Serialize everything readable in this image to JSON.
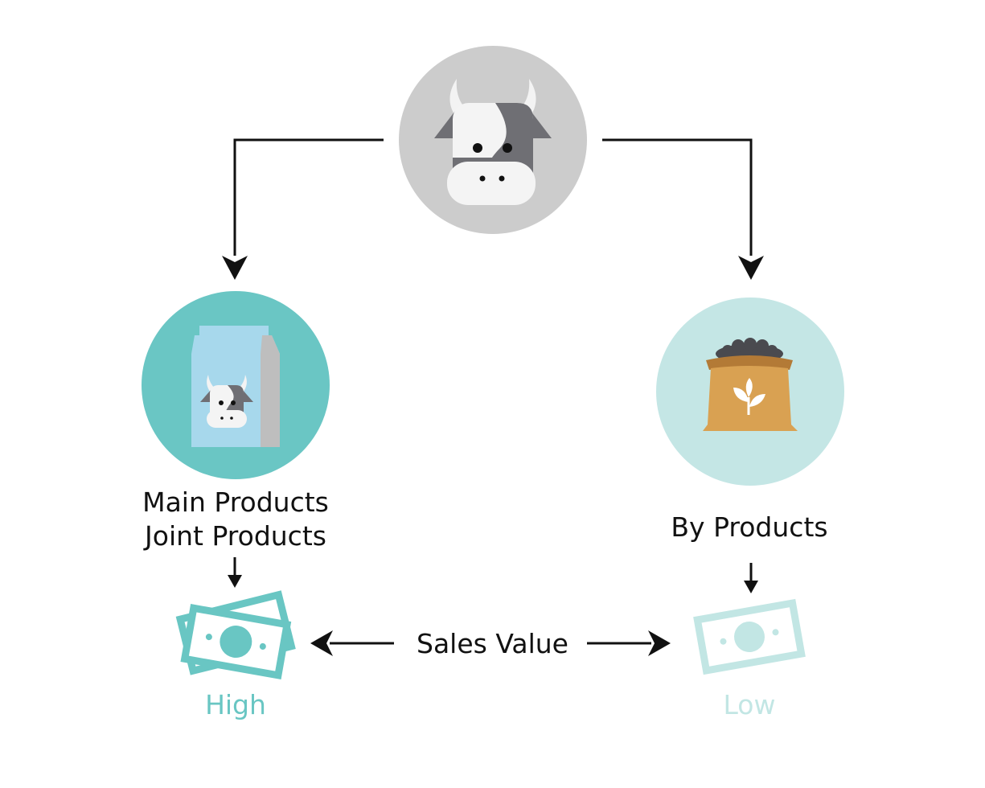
{
  "labels": {
    "main_products": "Main Products",
    "joint_products": "Joint Products",
    "by_products": "By Products",
    "sales_value": "Sales Value",
    "high": "High",
    "low": "Low"
  },
  "icons": {
    "source": "cow-head-icon",
    "main": "milk-carton-icon",
    "by": "fertilizer-sack-icon",
    "high_value": "banknotes-icon",
    "low_value": "banknote-icon"
  },
  "colors": {
    "cow_circle": "#cccccc",
    "main_circle": "#6ac6c4",
    "by_circle": "#c4e6e5",
    "high_text": "#69c6c3",
    "low_text": "#c2e6e4",
    "arrow": "#111111",
    "sack": "#d9a152",
    "carton": "#a7d8ec"
  }
}
